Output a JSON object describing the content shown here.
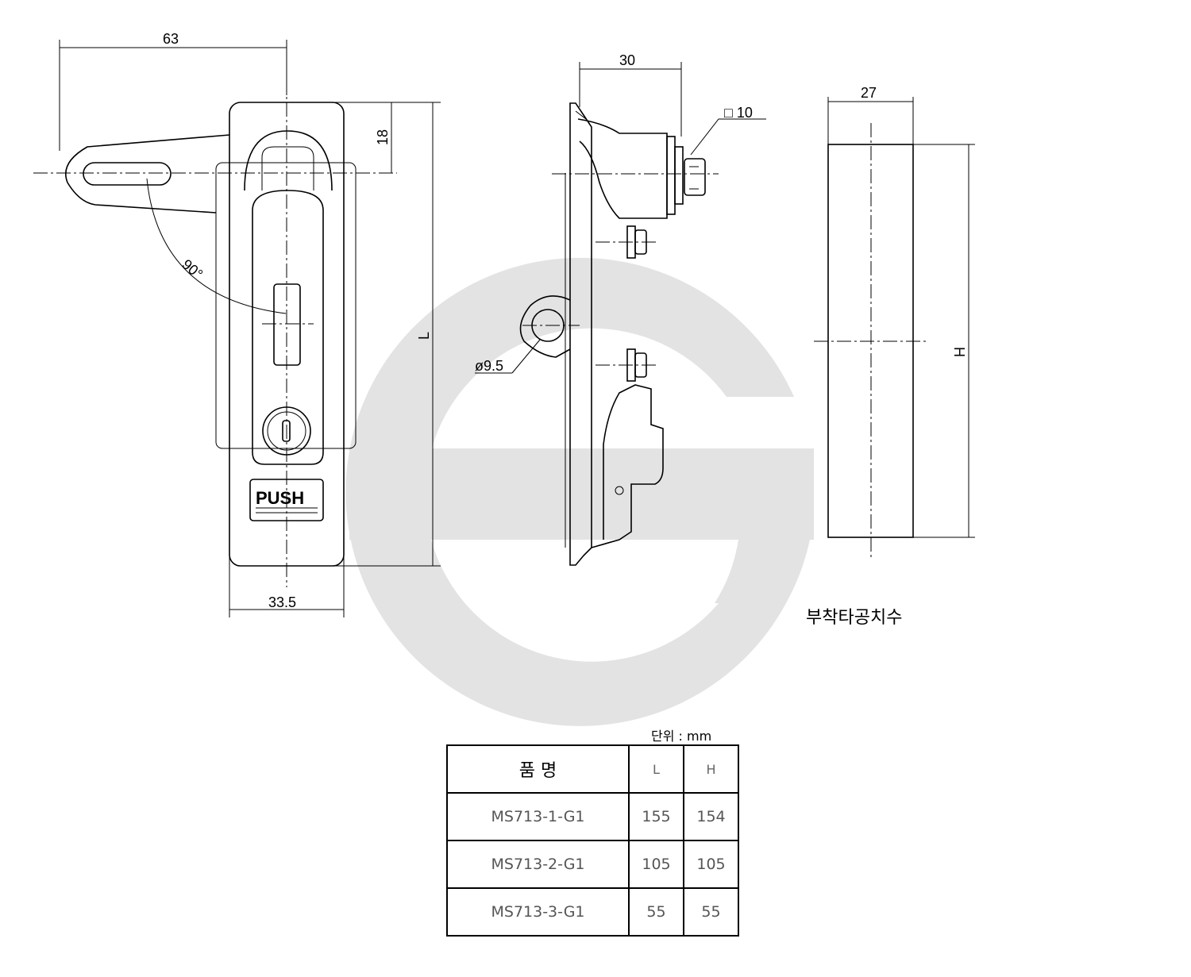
{
  "dimensions": {
    "d63": "63",
    "d18": "18",
    "d33_5": "33.5",
    "d90": "90°",
    "dL": "L",
    "d30": "30",
    "d10": "□ 10",
    "d9_5": "ø9.5",
    "d27": "27",
    "dH": "H"
  },
  "front_view": {
    "push_label": "PUSH"
  },
  "panel_cutout_label": "부착타공치수",
  "table": {
    "unit": "단위 : mm",
    "headers": [
      "품 명",
      "L",
      "H"
    ],
    "rows": [
      [
        "MS713-1-G1",
        "155",
        "154"
      ],
      [
        "MS713-2-G1",
        "105",
        "105"
      ],
      [
        "MS713-3-G1",
        "55",
        "55"
      ]
    ]
  },
  "colors": {
    "watermark": "#e3e3e3",
    "line": "#000000"
  }
}
